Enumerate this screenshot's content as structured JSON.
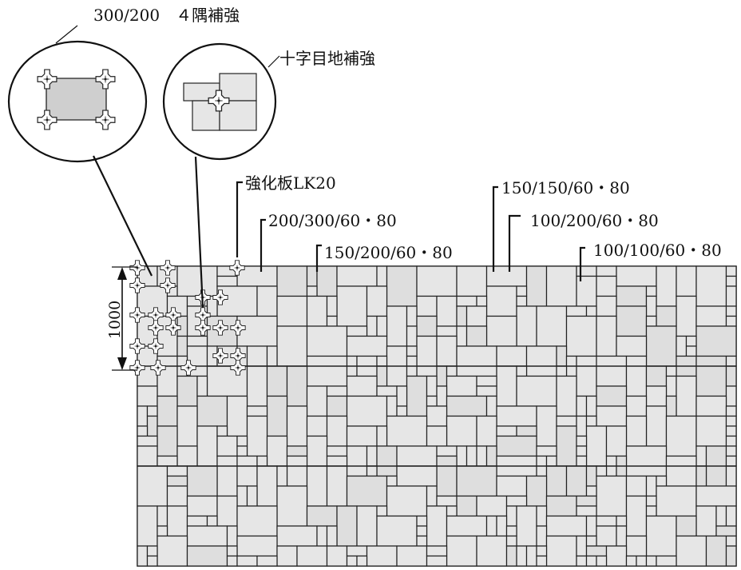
{
  "callouts": {
    "corner_reinforcement": "300/200　４隅補強",
    "cross_joint_reinforcement": "十字目地補強"
  },
  "labels": {
    "reinforcement_plate": "強化板LK20",
    "size_200_300": "200/300/60・80",
    "size_150_200": "150/200/60・80",
    "size_150_150": "150/150/60・80",
    "size_100_200": "100/200/60・80",
    "size_100_100": "100/100/60・80"
  },
  "dimension": {
    "value": "1000"
  },
  "colors": {
    "paver_fill": "#e6e6e6",
    "paver_alt_fill": "#dedede",
    "detail_tile_fill": "#cfcfcf",
    "line": "#222222",
    "background": "#ffffff"
  },
  "icons": {
    "reinforcement_marker": "cross-clip-icon",
    "dimension_arrow": "dimension-arrow-icon"
  }
}
